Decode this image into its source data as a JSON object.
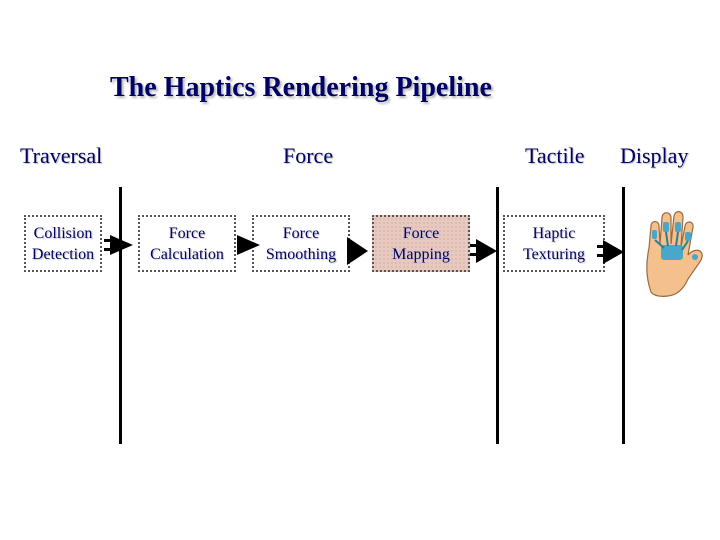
{
  "title": "The Haptics Rendering Pipeline",
  "stages": {
    "traversal": "Traversal",
    "force": "Force",
    "tactile": "Tactile",
    "display": "Display"
  },
  "boxes": {
    "collision_detection": "Collision\nDetection",
    "force_calculation": "Force\nCalculation",
    "force_smoothing": "Force\nSmoothing",
    "force_mapping": "Force\nMapping",
    "haptic_texturing": "Haptic\nTexturing"
  },
  "colors": {
    "text": "#000066",
    "highlight_box": "#e8c9c0",
    "hand_skin": "#f3c08e",
    "hand_sensor": "#49a7c9"
  },
  "icons": {
    "display": "haptic-glove-hand-icon",
    "connector": "arrow-right-icon"
  }
}
